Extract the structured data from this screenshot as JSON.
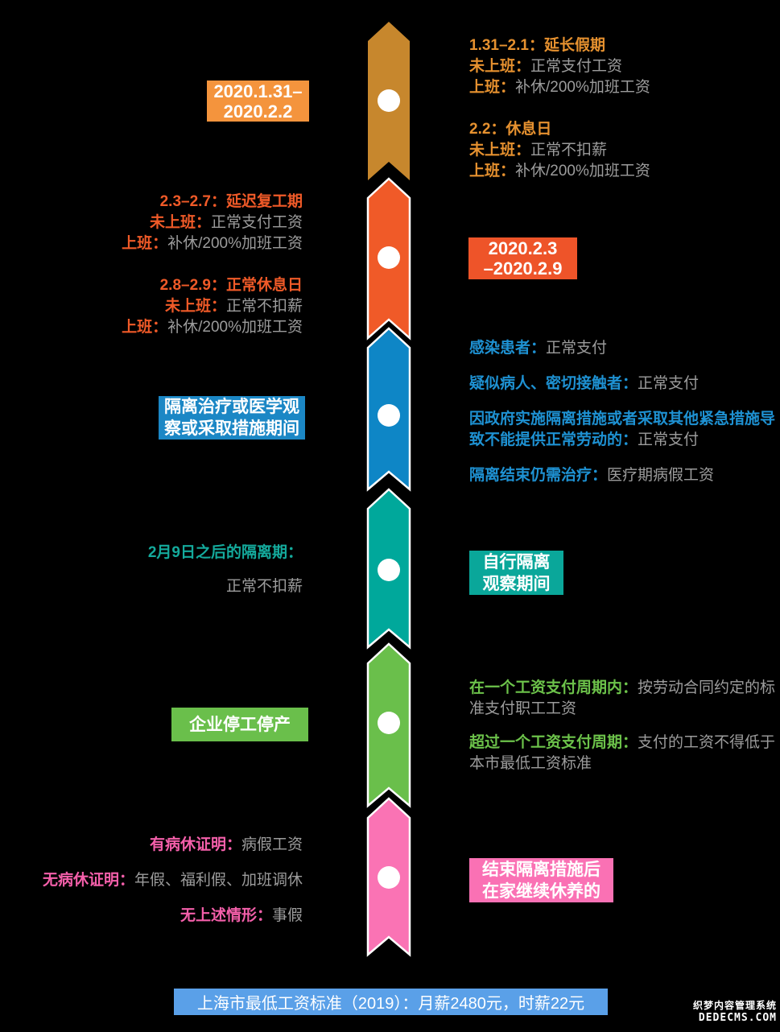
{
  "colors": {
    "background": "#000000",
    "text_gray": "#9C9C9C",
    "node": "#FFFFFF",
    "outline": "#FFFFFF"
  },
  "timeline": {
    "segments": [
      {
        "color": "#C7872D"
      },
      {
        "color": "#F05A28"
      },
      {
        "color": "#0E86C6"
      },
      {
        "color": "#00A89B"
      },
      {
        "color": "#6ABF4B"
      },
      {
        "color": "#FA73B4"
      }
    ]
  },
  "sections": [
    {
      "accent": "#E6912F",
      "badge": {
        "text": "2020.1.31–\n2020.2.2",
        "bg": "#F4943D"
      },
      "groups": [
        {
          "heading": "1.31–2.1：延长假期",
          "rows": [
            {
              "k": "未上班：",
              "v": "正常支付工资"
            },
            {
              "k": "上班：",
              "v": "补休/200%加班工资"
            }
          ]
        },
        {
          "heading": "2.2：休息日",
          "rows": [
            {
              "k": "未上班：",
              "v": "正常不扣薪"
            },
            {
              "k": "上班：",
              "v": "补休/200%加班工资"
            }
          ]
        }
      ]
    },
    {
      "accent": "#F05A28",
      "badge": {
        "text": "2020.2.3\n–2020.2.9",
        "bg": "#EE5429"
      },
      "groups": [
        {
          "heading": "2.3–2.7：延迟复工期",
          "rows": [
            {
              "k": "未上班：",
              "v": "正常支付工资"
            },
            {
              "k": "上班：",
              "v": "补休/200%加班工资"
            }
          ]
        },
        {
          "heading": "2.8–2.9：正常休息日",
          "rows": [
            {
              "k": "未上班：",
              "v": "正常不扣薪"
            },
            {
              "k": "上班：",
              "v": "补休/200%加班工资"
            }
          ]
        }
      ]
    },
    {
      "accent": "#1E91D2",
      "badge": {
        "text": "隔离治疗或医学观\n察或采取措施期间",
        "bg": "#1B87C5"
      },
      "rows": [
        {
          "k": "感染患者：",
          "v": "正常支付"
        },
        {
          "k": "疑似病人、密切接触者：",
          "v": "正常支付"
        },
        {
          "k": "因政府实施隔离措施或者采取其他紧急措施导致不能提供正常劳动的：",
          "v": "正常支付"
        },
        {
          "k": "隔离结束仍需治疗：",
          "v": "医疗期病假工资"
        }
      ]
    },
    {
      "accent": "#14AA9C",
      "badge": {
        "text": "自行隔离\n观察期间",
        "bg": "#0AA79A"
      },
      "heading": "2月9日之后的隔离期：",
      "value": "正常不扣薪"
    },
    {
      "accent": "#6CC24A",
      "badge": {
        "text": "企业停工停产",
        "bg": "#6ABF4B"
      },
      "rows": [
        {
          "k": "在一个工资支付周期内：",
          "v": "按劳动合同约定的标准支付职工工资"
        },
        {
          "k": "超过一个工资支付周期：",
          "v": "支付的工资不得低于本市最低工资标准"
        }
      ]
    },
    {
      "accent": "#F45FAA",
      "badge": {
        "text": "结束隔离措施后\n在家继续休养的",
        "bg": "#FA71B4"
      },
      "rows": [
        {
          "k": "有病休证明：",
          "v": "病假工资"
        },
        {
          "k": "无病休证明：",
          "v": "年假、福利假、加班调休"
        },
        {
          "k": "无上述情形：",
          "v": "事假"
        }
      ]
    }
  ],
  "footer": {
    "text": "上海市最低工资标准（2019）：月薪2480元，时薪22元",
    "bg": "#5AA0E8"
  },
  "watermark": {
    "line1": "织梦内容管理系统",
    "line2": "DEDECMS.COM"
  }
}
